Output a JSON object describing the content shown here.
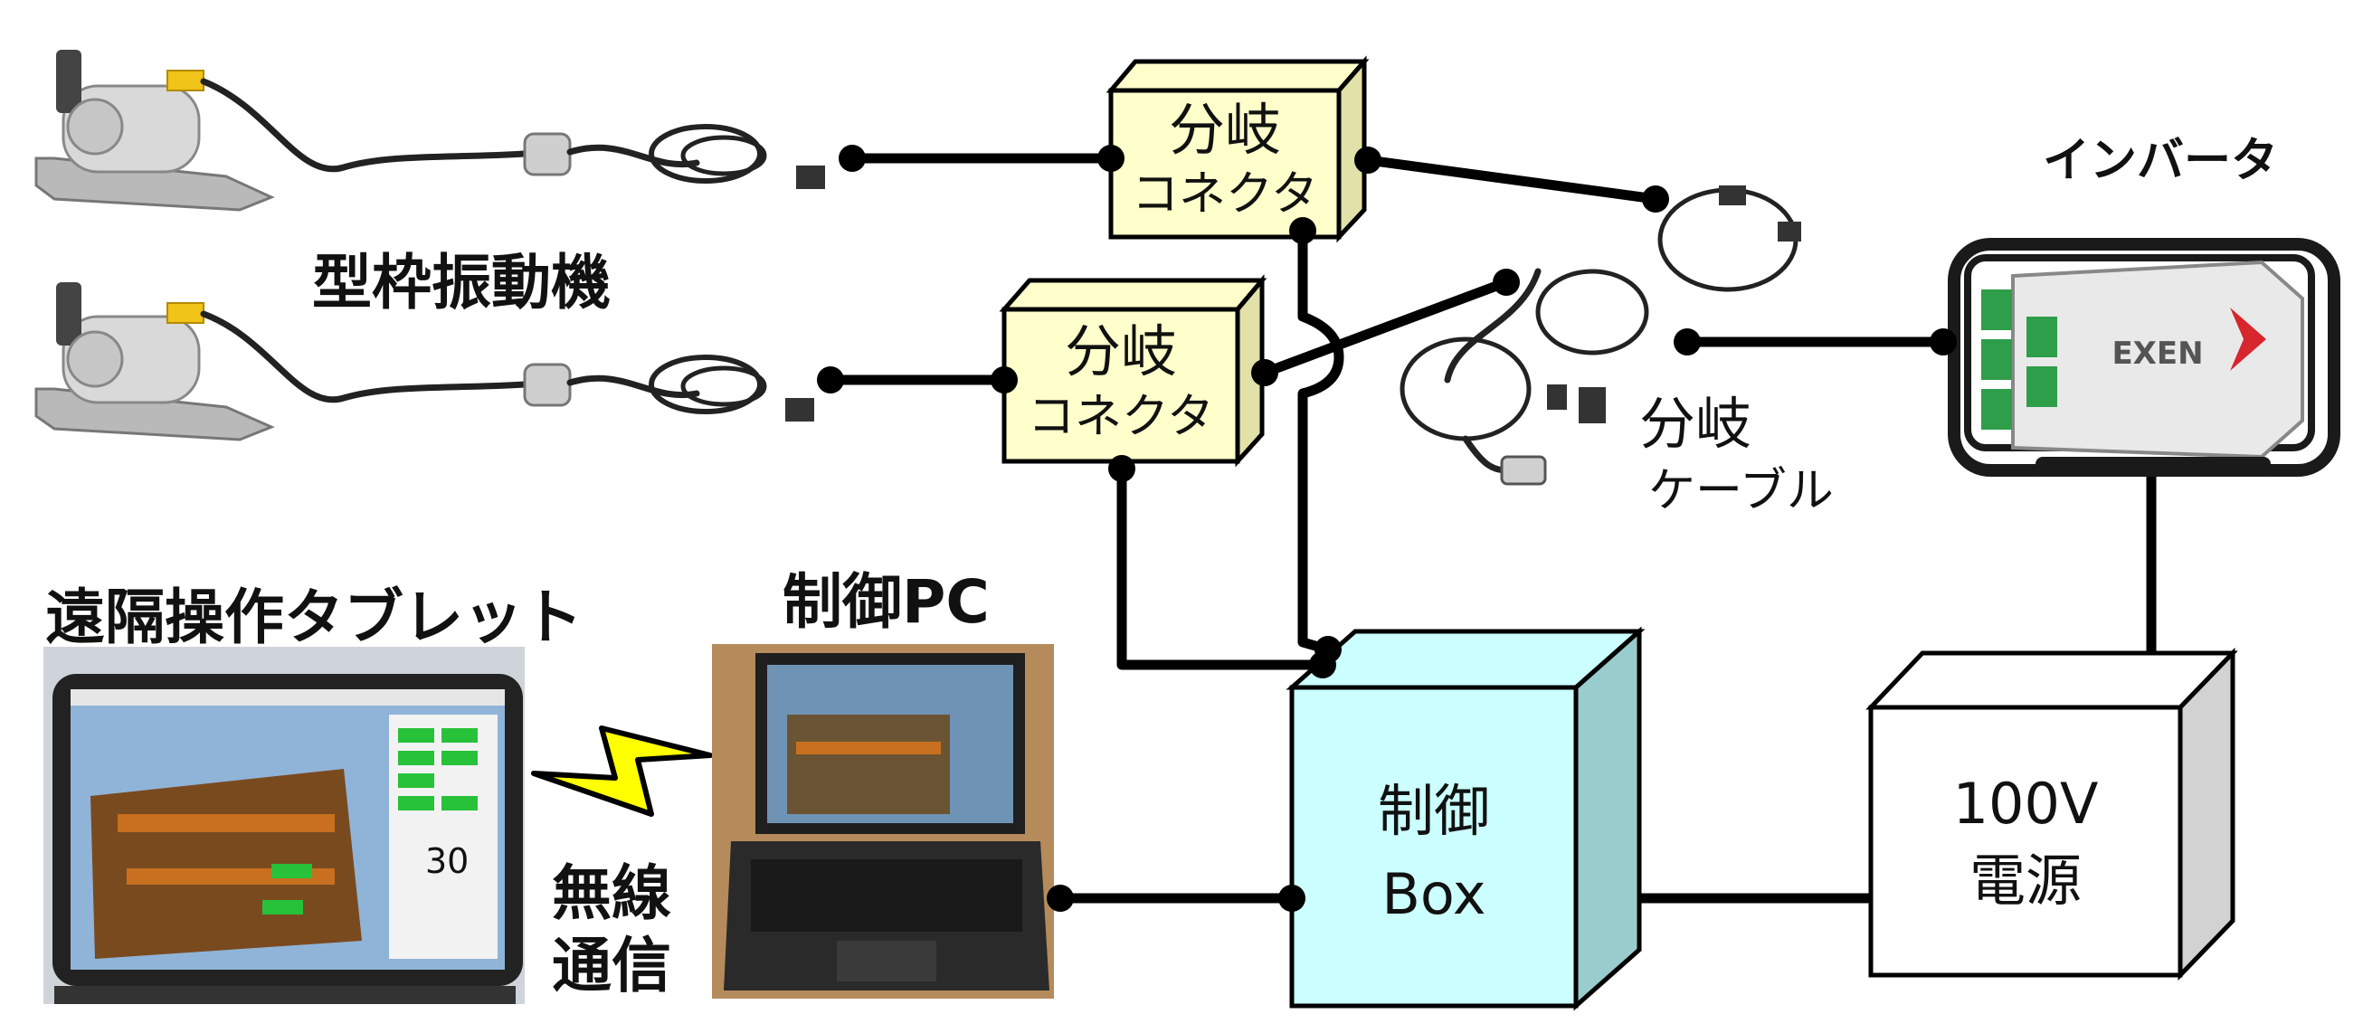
{
  "labels": {
    "vibrator": "型枠振動機",
    "connector_1_line1": "分岐",
    "connector_1_line2": "コネクタ",
    "connector_2_line1": "分岐",
    "connector_2_line2": "コネクタ",
    "branch_cable_line1": "分岐",
    "branch_cable_line2": "ケーブル",
    "inverter": "インバータ",
    "inverter_brand": "EXEN",
    "tablet": "遠隔操作タブレット",
    "tablet_screen_value": "30",
    "control_pc": "制御PC",
    "wireless_line1": "無線",
    "wireless_line2": "通信",
    "control_box_line1": "制御",
    "control_box_line2": "Box",
    "power_line1": "100V",
    "power_line2": "電源"
  },
  "colors": {
    "connector_box": "#ffffcc",
    "control_box": "#ccffff",
    "power_box": "#ffffff",
    "lightning": "#ffff00",
    "inverter_frame": "#1a1a1a",
    "inverter_green": "#2e9e4a",
    "inverter_red": "#d7262e"
  },
  "icons": {
    "vibrator": "form-vibrator-icon",
    "branch_cable": "branch-cable-icon",
    "inverter": "inverter-icon",
    "tablet": "tablet-photo",
    "laptop": "laptop-photo",
    "wireless": "lightning-bolt-icon"
  }
}
